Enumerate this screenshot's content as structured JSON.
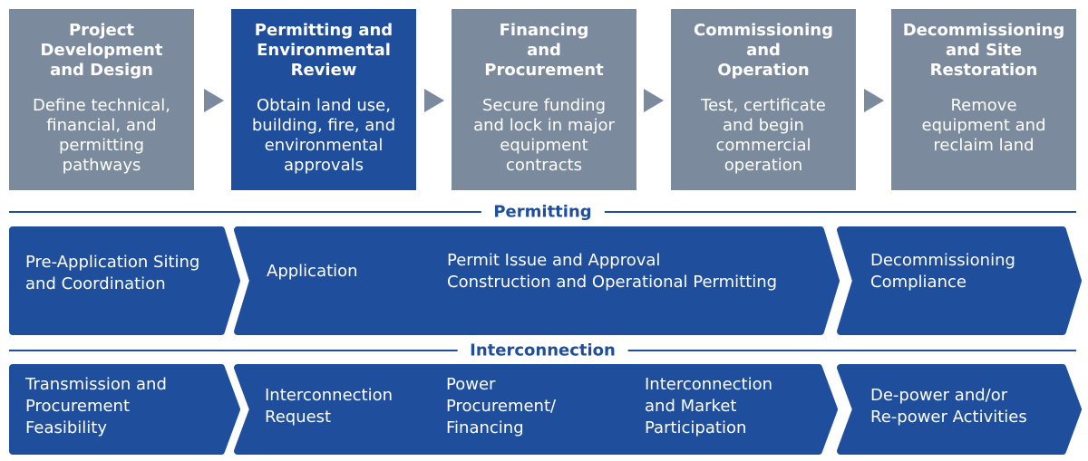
{
  "phases": [
    {
      "title": "Project\nDevelopment\nand Design",
      "desc": "Define technical,\nfinancial, and\npermitting\npathways"
    },
    {
      "title": "Permitting and\nEnvironmental\nReview",
      "desc": "Obtain land use,\nbuilding, fire, and\nenvironmental\napprovals"
    },
    {
      "title": "Financing\nand\nProcurement",
      "desc": "Secure funding\nand lock in major\nequipment\ncontracts"
    },
    {
      "title": "Commissioning\nand\nOperation",
      "desc": "Test, certificate\nand begin\ncommercial\noperation"
    },
    {
      "title": "Decommissioning\nand Site\nRestoration",
      "desc": "Remove\nequipment and\nreclaim land"
    }
  ],
  "permitting": {
    "label": "Permitting",
    "items": [
      "Pre-Application Siting\nand Coordination",
      "Application",
      "Permit Issue and Approval\nConstruction and Operational Permitting",
      "Decommissioning\nCompliance"
    ]
  },
  "interconnection": {
    "label": "Interconnection",
    "items": [
      "Transmission and\nProcurement\nFeasibility",
      "Interconnection\nRequest",
      "Power\nProcurement/\nFinancing",
      "Interconnection\nand Market\nParticipation",
      "De-power and/or\nRe-power Activities"
    ]
  },
  "colors": {
    "blue": "#1f4e9c",
    "gray": "#7b8a9d"
  }
}
